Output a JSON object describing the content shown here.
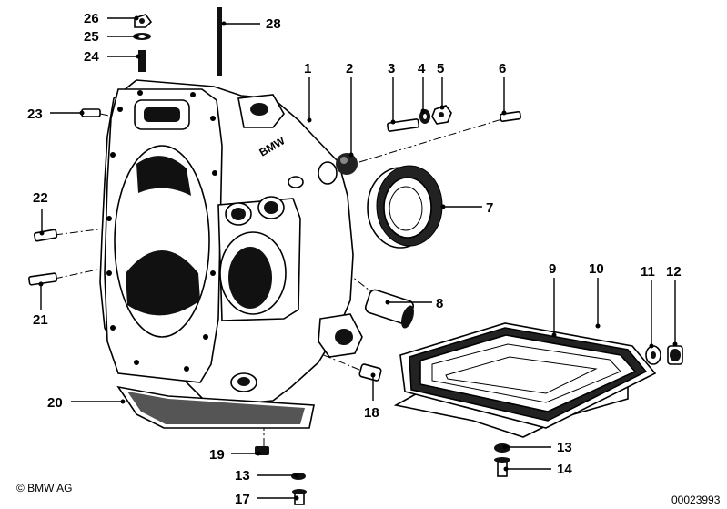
{
  "diagram": {
    "callouts": [
      {
        "id": "c1",
        "label": "1"
      },
      {
        "id": "c2",
        "label": "2"
      },
      {
        "id": "c3",
        "label": "3"
      },
      {
        "id": "c4",
        "label": "4"
      },
      {
        "id": "c5",
        "label": "5"
      },
      {
        "id": "c6",
        "label": "6"
      },
      {
        "id": "c7",
        "label": "7"
      },
      {
        "id": "c8",
        "label": "8"
      },
      {
        "id": "c9",
        "label": "9"
      },
      {
        "id": "c10",
        "label": "10"
      },
      {
        "id": "c11",
        "label": "11"
      },
      {
        "id": "c12",
        "label": "12"
      },
      {
        "id": "c13a",
        "label": "13"
      },
      {
        "id": "c14",
        "label": "14"
      },
      {
        "id": "c13b",
        "label": "13"
      },
      {
        "id": "c17",
        "label": "17"
      },
      {
        "id": "c18",
        "label": "18"
      },
      {
        "id": "c19",
        "label": "19"
      },
      {
        "id": "c20",
        "label": "20"
      },
      {
        "id": "c21",
        "label": "21"
      },
      {
        "id": "c22",
        "label": "22"
      },
      {
        "id": "c23",
        "label": "23"
      },
      {
        "id": "c24",
        "label": "24"
      },
      {
        "id": "c25",
        "label": "25"
      },
      {
        "id": "c26",
        "label": "26"
      },
      {
        "id": "c28",
        "label": "28"
      }
    ],
    "housing_logo": "BMW",
    "copyright": "© BMW AG",
    "image_number": "00023993"
  }
}
